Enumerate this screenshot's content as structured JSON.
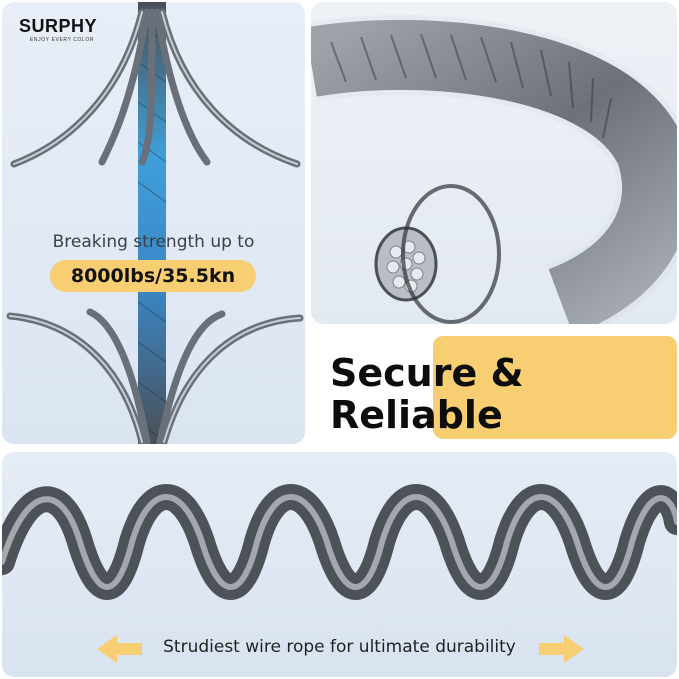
{
  "brand": {
    "name": "SURPHY",
    "tagline": "ENJOY EVERY COLOR"
  },
  "strength": {
    "label": "Breaking strength up to",
    "value": "8000lbs/35.5kn"
  },
  "headline": {
    "line1": "Secure &",
    "line2": "Reliable"
  },
  "footer": {
    "text": "Strudiest wire rope for ultimate durability"
  },
  "colors": {
    "accent": "#f7cf72",
    "text": "#111111",
    "cable_core": "#3f9fd8",
    "steel": "#5e636b"
  },
  "icons": {
    "left_arrow": "arrow-left-icon",
    "right_arrow": "arrow-right-icon"
  }
}
